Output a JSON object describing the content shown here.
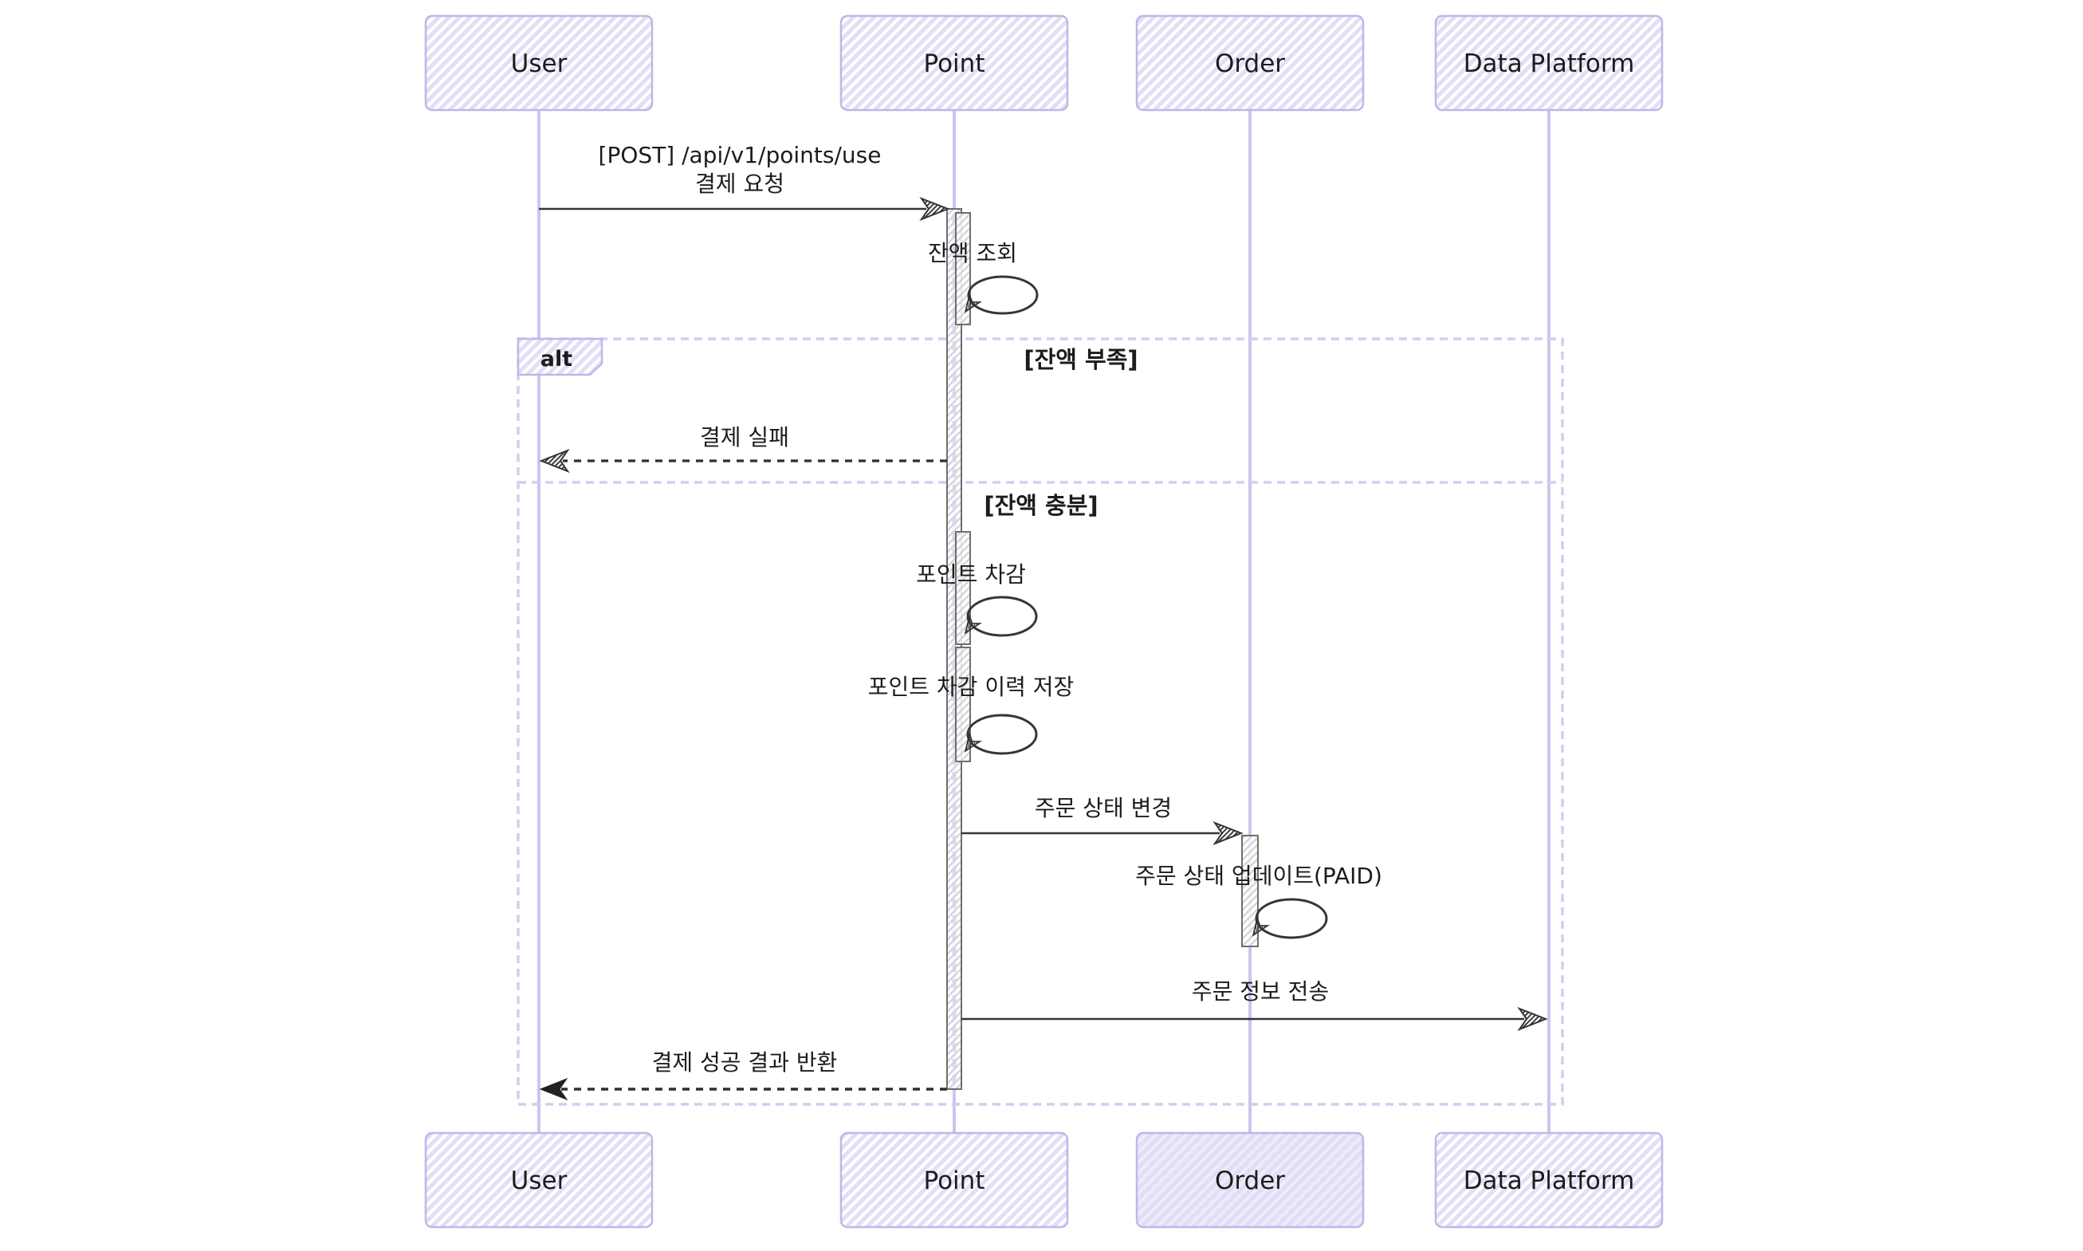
{
  "diagram_type": "sequence-diagram-hand-drawn",
  "background": "#ffffff",
  "participants": [
    {
      "name": "User"
    },
    {
      "name": "Point"
    },
    {
      "name": "Order"
    },
    {
      "name": "Data Platform"
    }
  ],
  "alt_frame": {
    "label": "alt",
    "branches": [
      {
        "condition": "[잔액 부족]"
      },
      {
        "condition": "[잔액 충분]"
      }
    ]
  },
  "messages": [
    {
      "from": "User",
      "to": "Point",
      "style": "solid-arrow",
      "line1": "[POST] /api/v1/points/use",
      "line2": "결제 요청"
    },
    {
      "from": "Point",
      "to": "Point",
      "style": "self-loop",
      "label": "잔액 조회"
    },
    {
      "from": "Point",
      "to": "User",
      "style": "dashed-arrow",
      "branch": "[잔액 부족]",
      "label": "결제 실패"
    },
    {
      "from": "Point",
      "to": "Point",
      "style": "self-loop",
      "branch": "[잔액 충분]",
      "label": "포인트 차감"
    },
    {
      "from": "Point",
      "to": "Point",
      "style": "self-loop",
      "branch": "[잔액 충분]",
      "label": "포인트 차감 이력 저장"
    },
    {
      "from": "Point",
      "to": "Order",
      "style": "solid-arrow",
      "branch": "[잔액 충분]",
      "label": "주문 상태 변경"
    },
    {
      "from": "Order",
      "to": "Order",
      "style": "self-loop",
      "branch": "[잔액 충분]",
      "label": "주문 상태 업데이트(PAID)"
    },
    {
      "from": "Point",
      "to": "Data Platform",
      "style": "solid-arrow",
      "branch": "[잔액 충분]",
      "label": "주문 정보 전송"
    },
    {
      "from": "Point",
      "to": "User",
      "style": "dashed-arrow",
      "branch": "[잔액 충분]",
      "label": "결제 성공 결과 반환"
    }
  ],
  "colors": {
    "actor_fill_hatch": "#e3ddf6",
    "actor_fill_dense": "#e2def7",
    "actor_border": "#c2b5e9",
    "lifeline": "#cfc3ee",
    "frame_border": "#d5cbf2",
    "activation_border": "#6e6e6e",
    "activation_hatch": "#d2d2d2",
    "arrow": "#363636",
    "text": "#1c1c1c",
    "background": "#ffffff"
  }
}
